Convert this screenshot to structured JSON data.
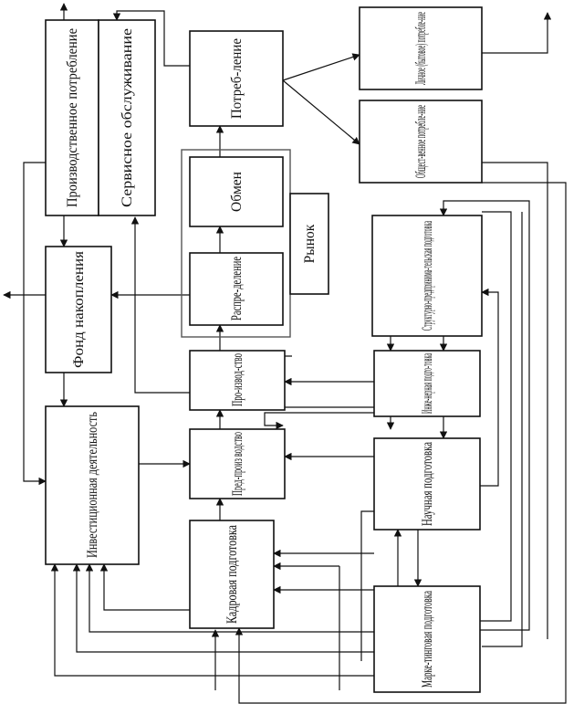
{
  "diagram": {
    "nodes": {
      "production_consumption": "Производственное потребление",
      "service": "Сервисное обслуживание",
      "consumption": "Потреб-ление",
      "personal": "Личное (бытовое) потребле-ние",
      "public": "Общест-венное потребле-ние",
      "exchange": "Обмен",
      "market": "Рынок",
      "distribution": "Распре-деление",
      "structural": "Структурно-предпринима-тельская подготовка",
      "accumulation": "Фонд накопления",
      "production": "Про-извод-ство",
      "engineering": "Инже-нерная подго-товка",
      "investment": "Инвестиционная деятельность",
      "preproduction": "Пред-произ водство",
      "scientific": "Научная подготовка",
      "personnel": "Кадровая подготовка",
      "marketing": "Марке-тинговая подготовка"
    }
  }
}
